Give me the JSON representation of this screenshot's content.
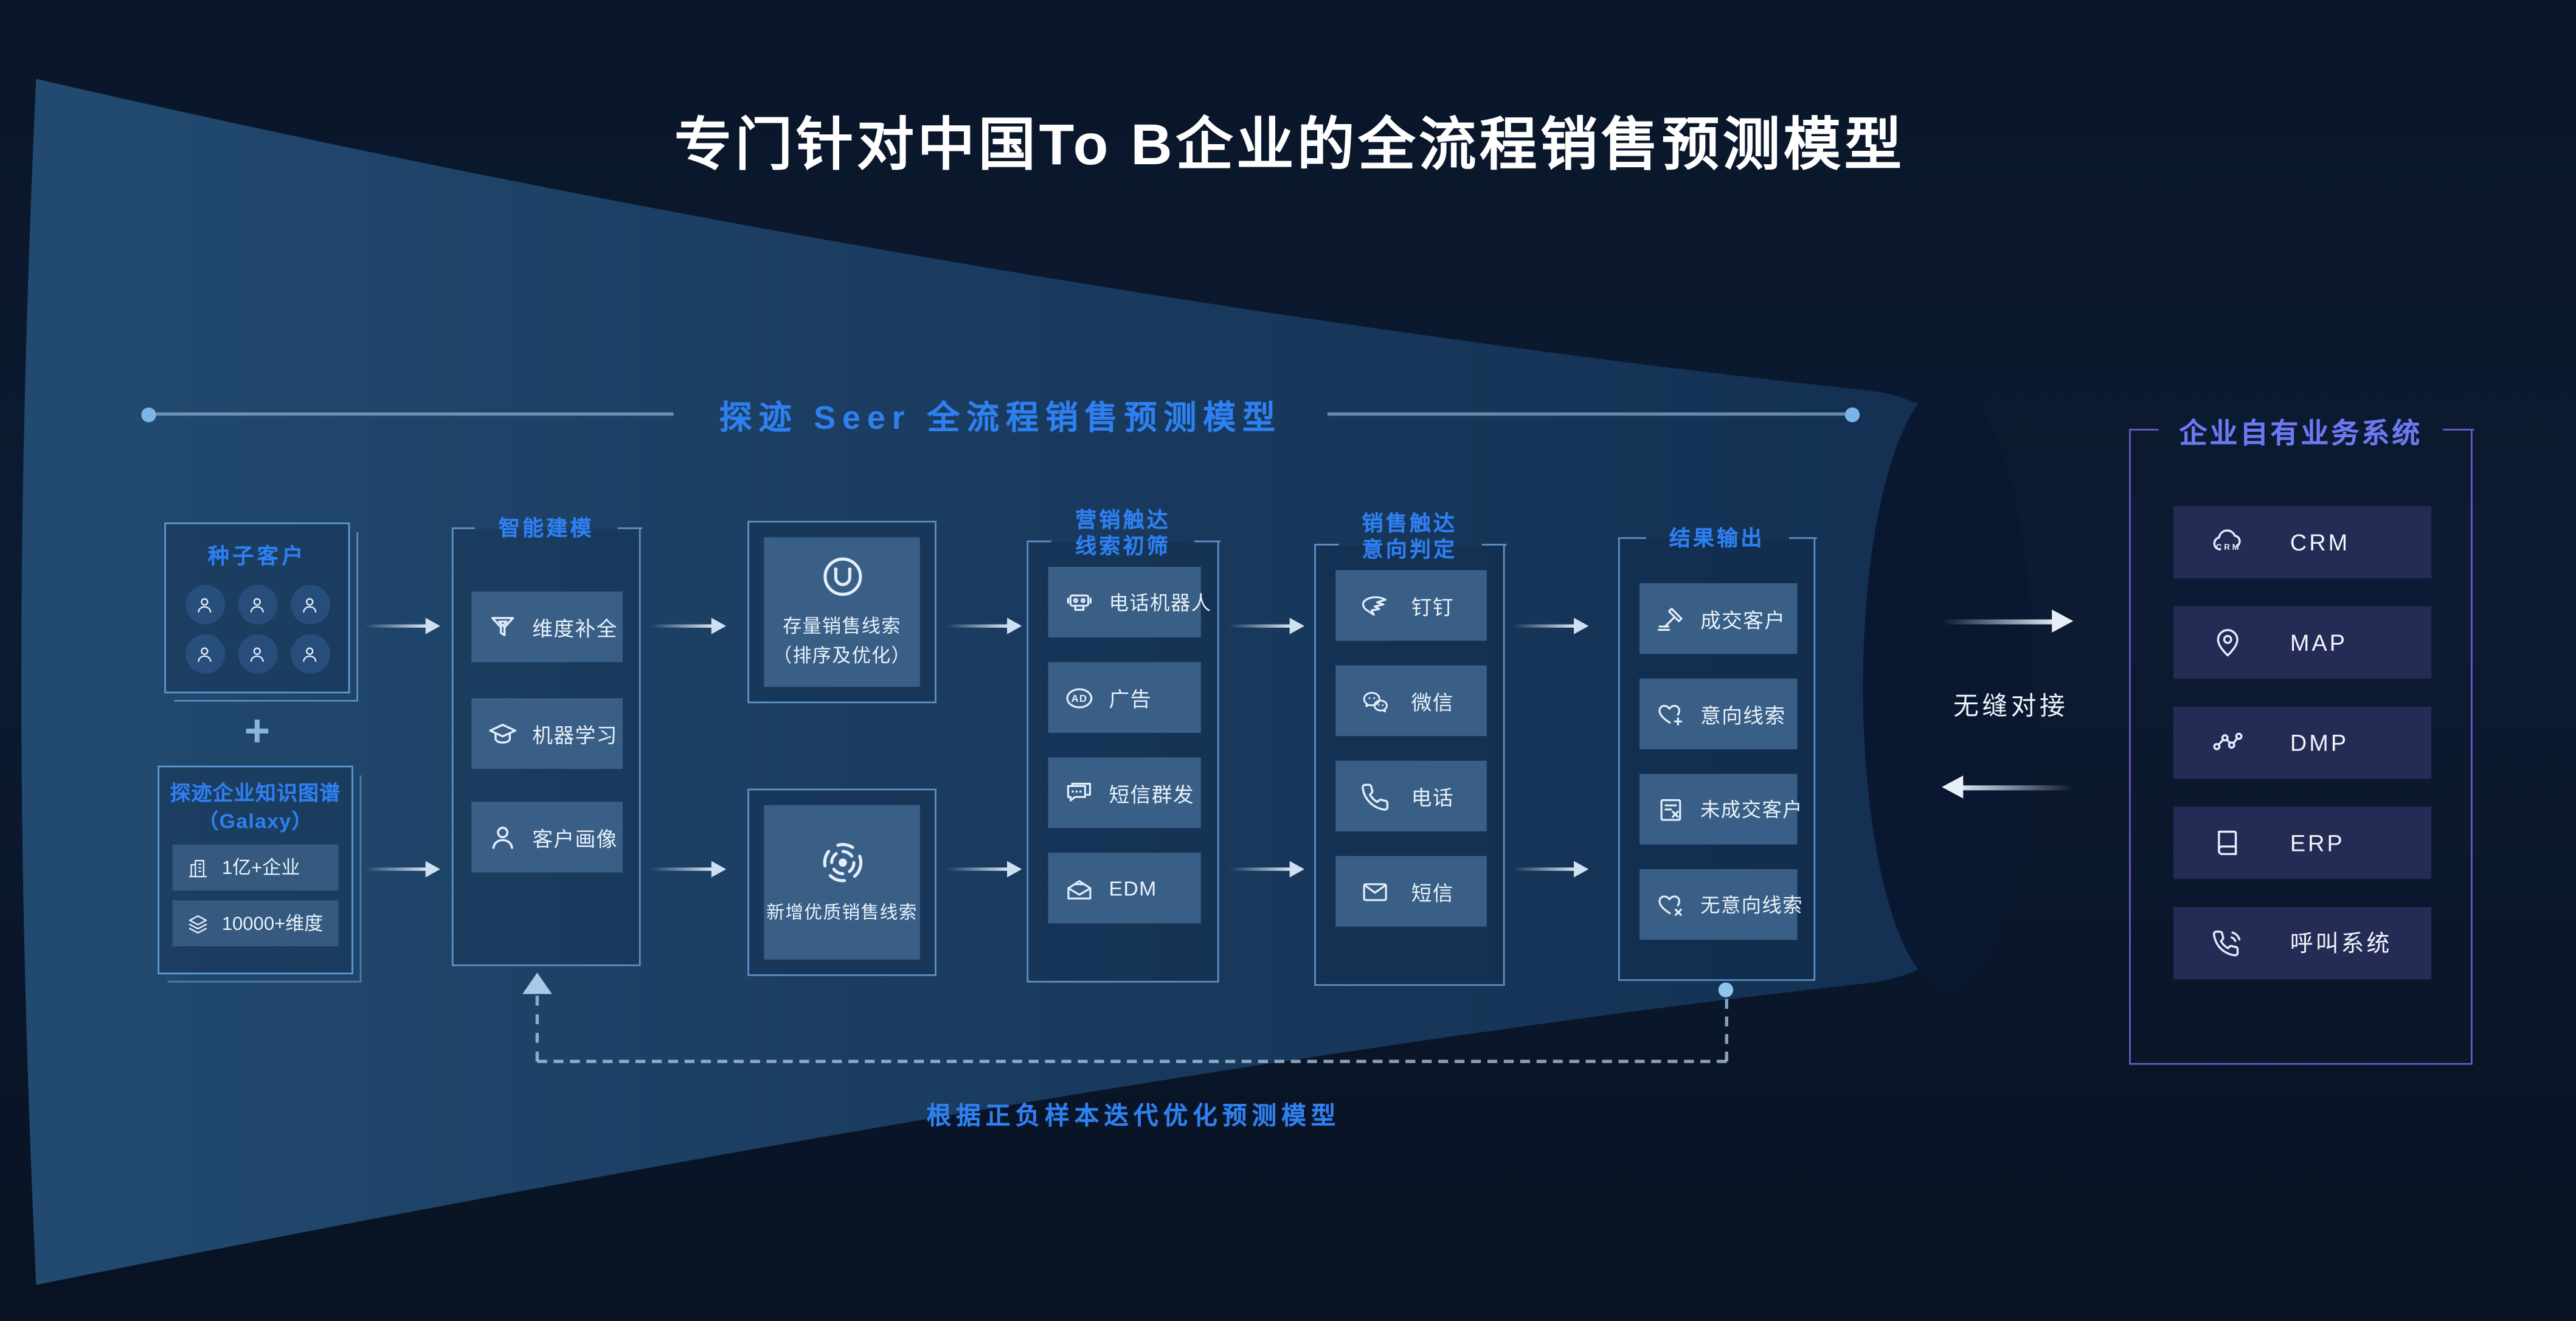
{
  "page": {
    "title": "专门针对中国To B企业的全流程销售预测模型"
  },
  "flow": {
    "header": "探迹 Seer 全流程销售预测模型",
    "seed": {
      "title": "种子客户",
      "user_count": 6
    },
    "plus": "+",
    "galaxy": {
      "title": "探迹企业知识图谱",
      "subtitle": "（Galaxy）",
      "items": [
        {
          "icon": "building-icon",
          "label": "1亿+企业"
        },
        {
          "icon": "layers-icon",
          "label": "10000+维度"
        }
      ]
    },
    "modeling": {
      "title": "智能建模",
      "items": [
        {
          "icon": "funnel-icon",
          "label": "维度补全"
        },
        {
          "icon": "graduation-cap-icon",
          "label": "机器学习"
        },
        {
          "icon": "user-icon",
          "label": "客户画像"
        }
      ]
    },
    "leads": {
      "existing": {
        "icon": "magnet-circle-icon",
        "label": "存量销售线索",
        "sublabel": "（排序及优化）"
      },
      "new": {
        "icon": "target-dashed-icon",
        "label": "新增优质销售线索"
      }
    },
    "marketing": {
      "title_line1": "营销触达",
      "title_line2": "线索初筛",
      "items": [
        {
          "icon": "robot-icon",
          "label": "电话机器人"
        },
        {
          "icon": "ad-icon",
          "label": "广告"
        },
        {
          "icon": "sms-bulk-icon",
          "label": "短信群发"
        },
        {
          "icon": "edm-icon",
          "label": "EDM"
        }
      ]
    },
    "sales": {
      "title_line1": "销售触达",
      "title_line2": "意向判定",
      "items": [
        {
          "icon": "dingtalk-icon",
          "label": "钉钉"
        },
        {
          "icon": "wechat-icon",
          "label": "微信"
        },
        {
          "icon": "phone-icon",
          "label": "电话"
        },
        {
          "icon": "mail-icon",
          "label": "短信"
        }
      ]
    },
    "output": {
      "title": "结果输出",
      "items": [
        {
          "icon": "gavel-icon",
          "label": "成交客户"
        },
        {
          "icon": "heart-plus-icon",
          "label": "意向线索"
        },
        {
          "icon": "doc-x-icon",
          "label": "未成交客户"
        },
        {
          "icon": "heart-x-icon",
          "label": "无意向线索"
        }
      ]
    },
    "integration": {
      "label": "无缝对接"
    },
    "own_system": {
      "title": "企业自有业务系统",
      "items": [
        {
          "icon": "cloud-crm-icon",
          "label": "CRM"
        },
        {
          "icon": "map-pin-icon",
          "label": "MAP"
        },
        {
          "icon": "network-icon",
          "label": "DMP"
        },
        {
          "icon": "book-icon",
          "label": "ERP"
        },
        {
          "icon": "phone-call-icon",
          "label": "呼叫系统"
        }
      ]
    },
    "feedback_label": "根据正负样本迭代优化预测模型"
  },
  "colors": {
    "background": "#0a1629",
    "cone_light": "#1f4569",
    "accent_blue": "#2e7ff0",
    "box_fill": "#3a5f86",
    "frame_blue": "#6aa2da",
    "panel_purple_border": "#7e68e4",
    "panel_title": "#6d79f2",
    "panel_item_fill": "#242b55",
    "text_light": "#e8f1fa"
  }
}
